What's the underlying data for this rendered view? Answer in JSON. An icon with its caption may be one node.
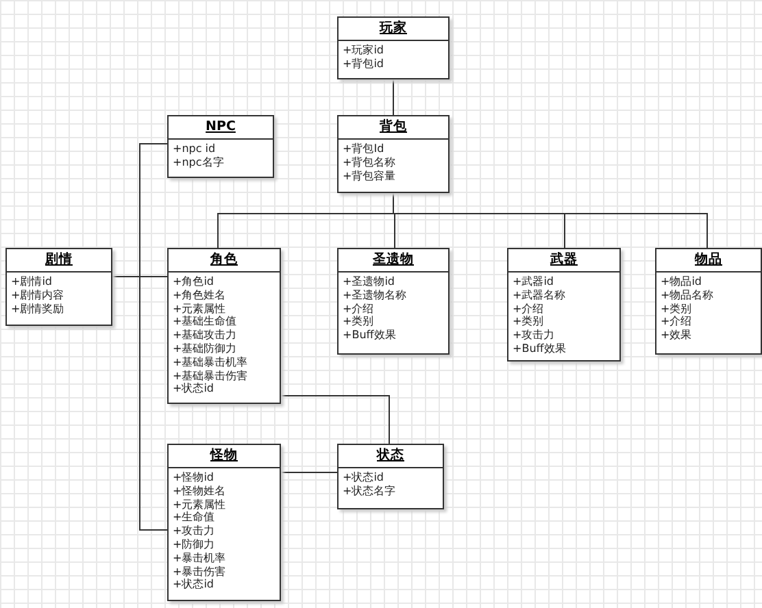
{
  "diagram": {
    "nodes": [
      {
        "text": [
          "玩家",
          "+玩家id",
          "+背包id"
        ]
      },
      {
        "text": [
          "NPC",
          "+npc id",
          "+npc名字"
        ]
      },
      {
        "text": [
          "背包",
          "+背包Id",
          "+背包名称",
          "+背包容量"
        ]
      },
      {
        "text": [
          "剧情",
          "+剧情id",
          "+剧情内容",
          "+剧情奖励"
        ]
      },
      {
        "text": [
          "角色",
          "+角色id",
          "+角色姓名",
          "+元素属性",
          "+基础生命值",
          "+基础攻击力",
          "+基础防御力",
          "+基础暴击机率",
          "+基础暴击伤害",
          "+状态id"
        ]
      },
      {
        "text": [
          "圣遗物",
          "+圣遗物id",
          "+圣遗物名称",
          "+介绍",
          "+类别",
          "+Buff效果"
        ]
      },
      {
        "text": [
          "武器",
          "+武器id",
          "+武器名称",
          "+介绍",
          "+类别",
          "+攻击力",
          "+Buff效果"
        ]
      },
      {
        "text": [
          "物品",
          "+物品id",
          "+物品名称",
          "+类别",
          "+介绍",
          "+效果"
        ]
      },
      {
        "text": [
          "怪物",
          "+怪物id",
          "+怪物姓名",
          "+元素属性",
          "+生命值",
          "+攻击力",
          "+防御力",
          "+暴击机率",
          "+暴击伤害",
          "+状态id"
        ]
      },
      {
        "text": [
          "状态",
          "+状态id",
          "+状态名字"
        ]
      }
    ],
    "edges": [
      {
        "from": 0,
        "to": 2,
        "arrow": "none"
      },
      {
        "from": 2,
        "to": 4,
        "arrow": "none"
      },
      {
        "from": 2,
        "to": 5,
        "arrow": "none"
      },
      {
        "from": 2,
        "to": 6,
        "arrow": "none"
      },
      {
        "from": 2,
        "to": 7,
        "arrow": "none"
      },
      {
        "from": 1,
        "to": 8,
        "arrow": "none"
      },
      {
        "from": 3,
        "to": 4,
        "arrow": "none"
      },
      {
        "from": 4,
        "to": 9,
        "arrow": "none"
      },
      {
        "from": 8,
        "to": 9,
        "arrow": "none"
      }
    ]
  }
}
